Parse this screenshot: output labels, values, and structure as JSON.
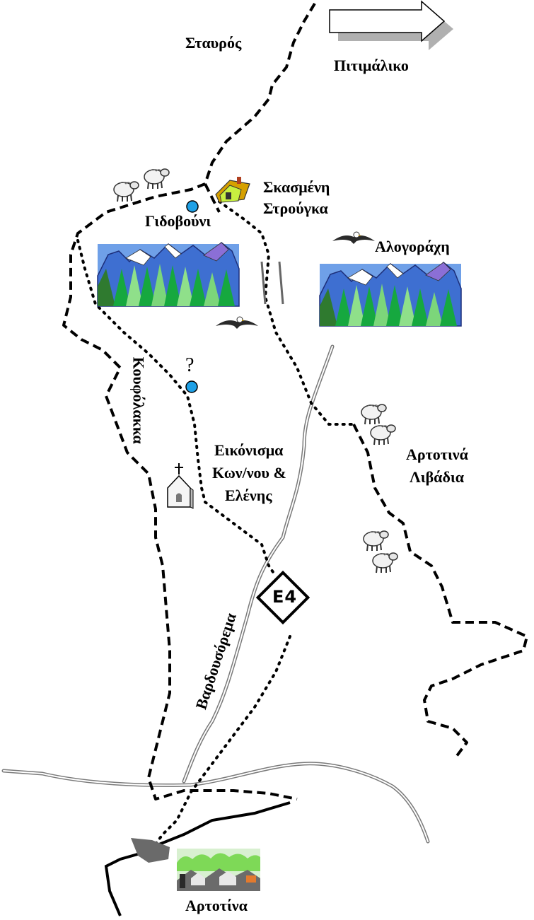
{
  "map": {
    "labels": {
      "stavros": "Σταυρός",
      "pitimaliko": "Πιτιμάλικο",
      "skasmeni_line1": "Σκασμένη",
      "skasmeni_line2": "Στρούγκα",
      "gidovouni": "Γιδοβούνι",
      "alogoraxi": "Αλογοράχη",
      "koufolakka": "Κουφόλακκα",
      "question": "?",
      "eikonisma_line1": "Εικόνισμα",
      "eikonisma_line2": "Κων/νου &",
      "eikonisma_line3": "Ελένης",
      "artotina_livadia_line1": "Αρτοτινά",
      "artotina_livadia_line2": "Λιβάδια",
      "e4": "E4",
      "vardousorema": "Βαρδουσόρεμα",
      "artotina": "Αρτοτίνα"
    },
    "colors": {
      "trail_dashed": "#000000",
      "river": "#8c8c8c",
      "mountain_sky": "#4a7fd6",
      "trees": "#1fb84a",
      "water_point": "#1ea0e6"
    },
    "icons": [
      "arrow-right-icon",
      "sheep-icon",
      "hut-icon",
      "mountain-forest-icon",
      "eagle-icon",
      "chapel-icon",
      "e4-sign-icon",
      "village-icon",
      "water-point-icon"
    ]
  }
}
